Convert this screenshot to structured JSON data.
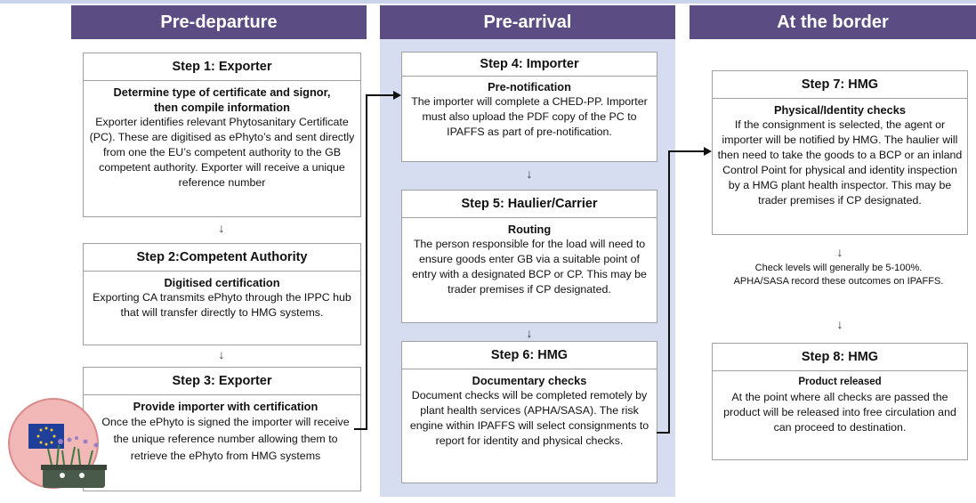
{
  "columns": [
    {
      "title": "Pre-departure"
    },
    {
      "title": "Pre-arrival"
    },
    {
      "title": "At the border"
    }
  ],
  "steps": {
    "step1": {
      "title": "Step 1: Exporter",
      "subtitle": "Determine type of certificate and signor, then compile information",
      "body": "Exporter identifies relevant Phytosanitary Certificate (PC). These are digitised as ePhyto’s and sent directly from one the EU’s competent authority to the GB competent authority. Exporter will receive a unique reference number"
    },
    "step2": {
      "title": "Step 2:Competent Authority",
      "subtitle": "Digitised certification",
      "body": "Exporting CA transmits ePhyto through the IPPC hub that will transfer directly to HMG systems."
    },
    "step3": {
      "title": "Step 3: Exporter",
      "subtitle": "Provide importer with certification",
      "body": "Once the ePhyto is signed the importer will receive the unique reference number allowing them to retrieve the ePhyto from HMG systems"
    },
    "step4": {
      "title": "Step 4: Importer",
      "subtitle": "Pre-notification",
      "body": "The importer will complete a CHED-PP. Importer must also upload the PDF copy of the PC to IPAFFS as part of pre-notification."
    },
    "step5": {
      "title": "Step 5: Haulier/Carrier",
      "subtitle": "Routing",
      "body": "The person responsible for the load will need to ensure goods enter GB via a suitable point of entry with a designated BCP or CP. This may be trader premises if CP designated."
    },
    "step6": {
      "title": "Step 6: HMG",
      "subtitle": "Documentary checks",
      "body": "Document checks will be completed remotely by plant health services (APHA/SASA). The risk engine within IPAFFS will select consignments to report for identity and physical checks."
    },
    "step7": {
      "title": "Step 7: HMG",
      "subtitle": "Physical/Identity checks",
      "body": "If the consignment is selected,  the agent or importer will be notified by HMG. The haulier will then need to take the goods to a BCP or an inland Control Point for physical and identity  inspection by a HMG plant health inspector.  This may be trader premises if CP designated."
    },
    "step8": {
      "title": "Step 8: HMG",
      "subtitle": "Product released",
      "body": "At the point where all checks are passed the product will be released into free circulation and can proceed to destination."
    }
  },
  "note": "Check levels will generally be 5-100%. APHA/SASA record these outcomes on IPAFFS.",
  "arrow_glyph": "↓",
  "colors": {
    "header": "#5b4d84",
    "prearrival_bg": "#d6ddf0",
    "connector": "#111111",
    "badge_circle": "#f2b8b8",
    "flag": "#1f3f9a",
    "stars": "#f2cc2a"
  },
  "icons": [
    "eu-flag-icon",
    "plant-pot-icon"
  ]
}
